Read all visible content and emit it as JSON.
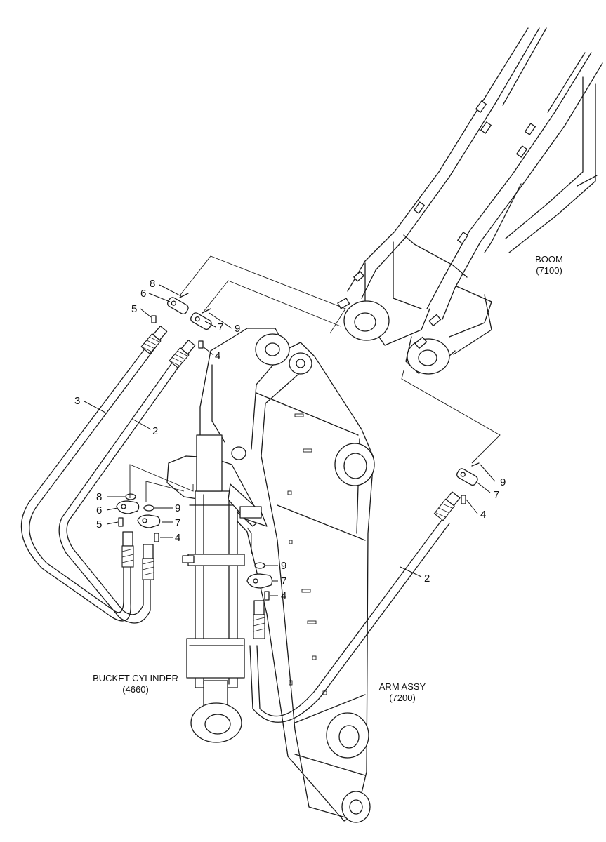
{
  "assemblies": {
    "boom": {
      "name": "BOOM",
      "code": "(7100)"
    },
    "arm": {
      "name": "ARM ASSY",
      "code": "(7200)"
    },
    "bucket_cylinder": {
      "name": "BUCKET CYLINDER",
      "code": "(4660)"
    }
  },
  "callouts": {
    "top_left": {
      "n8": "8",
      "n6": "6",
      "n5": "5",
      "n7": "7",
      "n9": "9",
      "n4": "4"
    },
    "hoses": {
      "n3": "3",
      "n2_left": "2",
      "n2_right": "2"
    },
    "mid_left": {
      "n8": "8",
      "n6": "6",
      "n5": "5",
      "n9": "9",
      "n7": "7",
      "n4": "4"
    },
    "arm_center": {
      "n9": "9",
      "n7": "7",
      "n4": "4"
    },
    "right": {
      "n9": "9",
      "n7": "7",
      "n4": "4"
    }
  }
}
